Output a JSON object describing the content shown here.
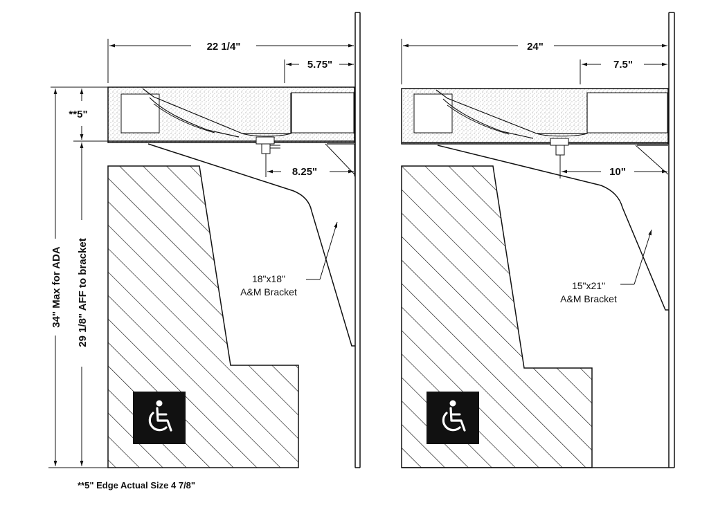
{
  "left_view": {
    "overall_width": "22 1/4\"",
    "bowl_offset": "5.75\"",
    "bracket_offset": "8.25\"",
    "edge_height": "**5\"",
    "ada_height": "34\" Max for ADA",
    "bracket_height": "29 1/8\" AFF to bracket",
    "bracket_label_line1": "18\"x18\"",
    "bracket_label_line2": "A&M Bracket"
  },
  "right_view": {
    "overall_width": "24\"",
    "bowl_offset": "7.5\"",
    "bracket_offset": "10\"",
    "bracket_label_line1": "15\"x21\"",
    "bracket_label_line2": "A&M Bracket"
  },
  "footnote": "**5\" Edge Actual Size 4 7/8\"",
  "icons": [
    "wheelchair-accessibility-icon",
    "wheelchair-accessibility-icon"
  ]
}
